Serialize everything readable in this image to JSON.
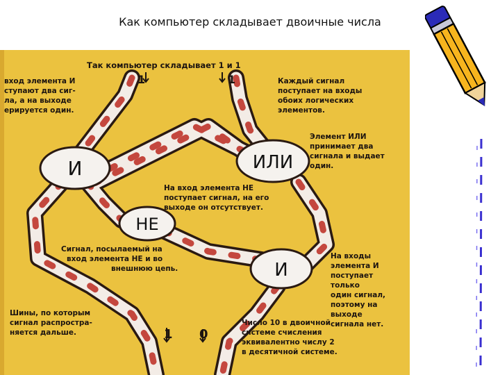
{
  "slide_title": "Как компьютер складывает двоичные числа",
  "diagram": {
    "top_caption": "Так компьютер складывает 1 и 1",
    "inputs": [
      "1",
      "1"
    ],
    "outputs": [
      "1",
      "0"
    ],
    "gates": {
      "and_top": "И",
      "or": "ИЛИ",
      "not": "НЕ",
      "and_bottom": "И"
    },
    "notes": {
      "and_input": [
        "вход элемента И",
        "ступают два сиг-",
        "ла, а на выходе",
        "ерируется один."
      ],
      "each_signal": [
        "Каждый сигнал",
        "поступает на входы",
        "обоих логических",
        "элементов."
      ],
      "or_element": [
        "Элемент ИЛИ",
        "принимает два",
        "сигнала и выдает",
        "один."
      ],
      "not_input": [
        "На вход элемента НЕ",
        "поступает сигнал, на его",
        "выходе он отсутствует."
      ],
      "signal_sent": [
        "Сигнал, посылаемый на",
        "вход элемента НЕ и во",
        "внешнюю цепь."
      ],
      "and_inputs_bottom": [
        "На входы",
        "элемента И",
        "поступает",
        "только",
        "один сигнал,",
        "поэтому на",
        "выходе",
        "сигнала нет."
      ],
      "buses": [
        "Шины, по которым",
        "сигнал распростра-",
        "няется дальше."
      ],
      "result": [
        "Число 10 в двоичной",
        "системе счисления",
        "эквивалентно числу 2",
        "в десятичной системе."
      ]
    }
  },
  "colors": {
    "background": "#ebc23f",
    "tube_outline": "#2a1a12",
    "tube_fill": "#f3ece6",
    "signal": "#c0362c",
    "gate_fill": "#f5f2ee"
  }
}
